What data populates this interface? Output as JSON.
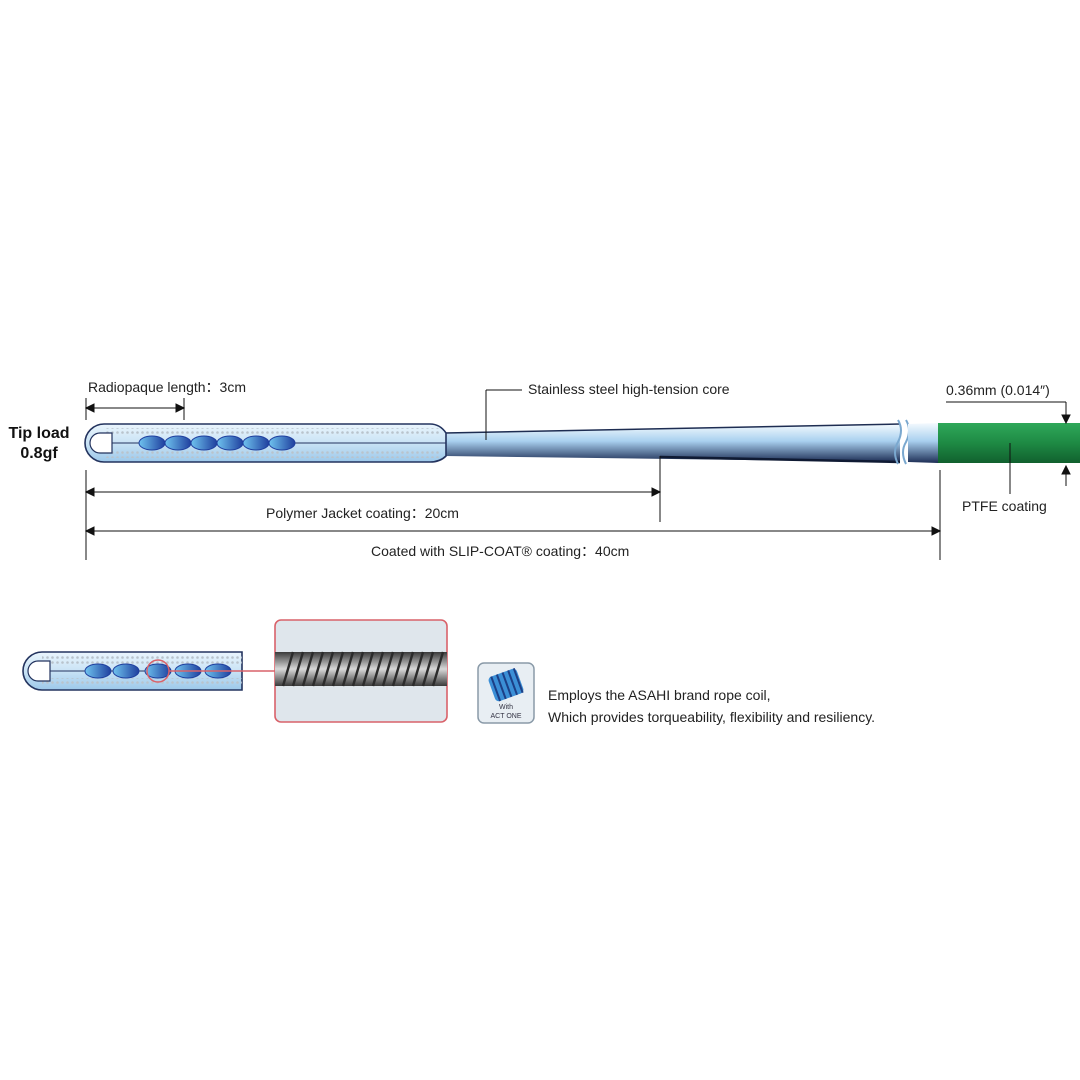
{
  "tip_load": {
    "line1": "Tip load",
    "line2": "0.8gf"
  },
  "labels": {
    "radiopaque": "Radiopaque length：3cm",
    "core": "Stainless steel high-tension core",
    "diameter": "0.36mm (0.014″)",
    "polymer": "Polymer Jacket coating：20cm",
    "ptfe": "PTFE coating",
    "slipcoat": "Coated with SLIP-COAT® coating：40cm"
  },
  "badge": {
    "line1": "With",
    "line2": "ACT ONE"
  },
  "feature": {
    "line1": "Employs the ASAHI brand rope coil,",
    "line2": "Which provides torqueability, flexibility and resiliency."
  },
  "colors": {
    "coil_dark": "#1f3f9e",
    "coil_light": "#5ab4e8",
    "jacket": "#dbeefa",
    "core": "#7fb4e0",
    "ptfe_green": "#1f8a45",
    "inset_border": "#d9626a"
  }
}
